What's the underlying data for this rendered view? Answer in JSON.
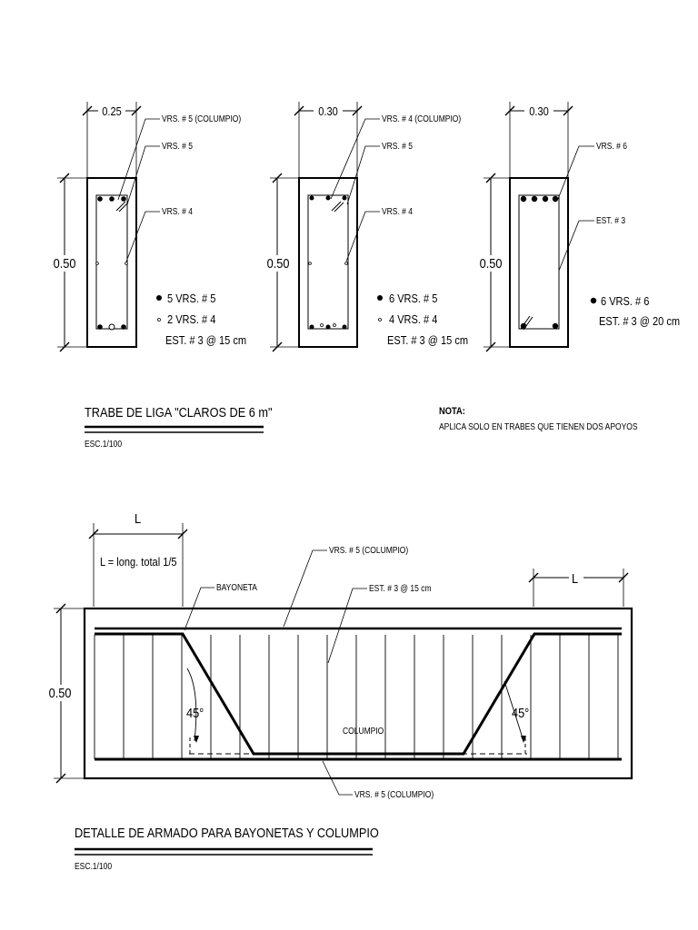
{
  "sections": {
    "s1": {
      "width_dim": "0.25",
      "height_dim": "0.50",
      "labels": {
        "l1": "VRS. # 5 (COLUMPIO)",
        "l2": "VRS. # 5",
        "l3": "VRS. # 4"
      },
      "legend": {
        "a": "5 VRS. # 5",
        "b": "2 VRS. # 4",
        "c": "EST. # 3 @ 15 cm"
      }
    },
    "s2": {
      "width_dim": "0.30",
      "height_dim": "0.50",
      "labels": {
        "l1": "VRS. # 4 (COLUMPIO)",
        "l2": "VRS. # 5",
        "l3": "VRS. # 4"
      },
      "legend": {
        "a": "6 VRS. # 5",
        "b": "4 VRS. # 4",
        "c": "EST. # 3 @ 15 cm"
      }
    },
    "s3": {
      "width_dim": "0.30",
      "height_dim": "0.50",
      "labels": {
        "l1": "VRS. # 6",
        "l2": "EST. # 3"
      },
      "legend": {
        "a": "6 VRS. # 6",
        "b": "EST. # 3 @ 20 cm"
      }
    }
  },
  "title1": {
    "text": "TRABE DE LIGA \"CLAROS DE 6 m\"",
    "scale": "ESC.1/100"
  },
  "note": {
    "heading": "NOTA:",
    "text": "APLICA SOLO EN TRABES QUE TIENEN DOS APOYOS"
  },
  "detail": {
    "dim_L": "L",
    "dim_L_right": "L",
    "l_formula": "L = long. total 1/5",
    "bayoneta": "BAYONETA",
    "top_bar": "VRS. # 5 (COLUMPIO)",
    "stirrups": "EST. # 3 @ 15 cm",
    "columpio": "COLUMPIO",
    "bottom_bar": "VRS. # 5 (COLUMPIO)",
    "height_dim": "0.50",
    "angle_left": "45°",
    "angle_right": "45°"
  },
  "title2": {
    "text": "DETALLE DE ARMADO PARA BAYONETAS Y COLUMPIO",
    "scale": "ESC.1/100"
  }
}
